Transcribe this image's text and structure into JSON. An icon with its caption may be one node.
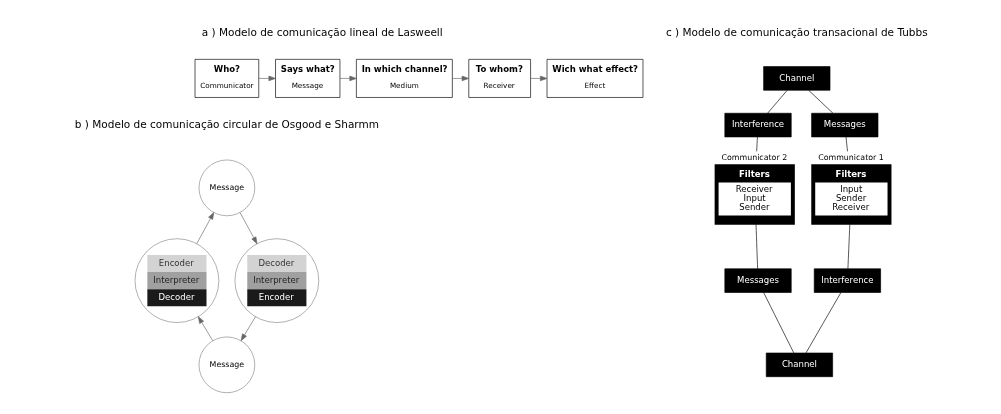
{
  "diagram": {
    "nodes": [
      {
        "text": [
          "Who?",
          "Communicator"
        ]
      },
      {
        "text": [
          "Says what?",
          "Message"
        ]
      },
      {
        "text": [
          "In which channel?",
          "Medium"
        ]
      },
      {
        "text": [
          "To whom?",
          "Receiver"
        ]
      },
      {
        "text": [
          "Wich what effect?",
          "Effect"
        ]
      },
      {
        "text": [
          "Encoder",
          "Interpreter",
          "Decoder"
        ]
      },
      {
        "text": [
          "Message"
        ]
      },
      {
        "text": [
          "Decoder",
          "Interpreter",
          "Encoder"
        ]
      },
      {
        "text": [
          "Message"
        ]
      },
      {
        "text": [
          "Channel"
        ]
      },
      {
        "text": [
          "Messages"
        ]
      },
      {
        "text": [
          "Interference"
        ]
      },
      {
        "text": [
          "Communicator 1",
          "Filters",
          "Input",
          "Sender",
          "Receiver"
        ]
      },
      {
        "text": [
          "Communicator 2",
          "Filters",
          "Receiver",
          "Input",
          "Sender"
        ]
      },
      {
        "text": [
          "Interference"
        ]
      },
      {
        "text": [
          "Messages"
        ]
      },
      {
        "text": [
          "Channel"
        ]
      }
    ],
    "edges": [
      {
        "from": 0,
        "to": 1,
        "arrow": "to"
      },
      {
        "from": 1,
        "to": 2,
        "arrow": "to"
      },
      {
        "from": 2,
        "to": 3,
        "arrow": "to"
      },
      {
        "from": 3,
        "to": 4,
        "arrow": "to"
      },
      {
        "from": 5,
        "to": 6,
        "arrow": "to"
      },
      {
        "from": 6,
        "to": 7,
        "arrow": "to"
      },
      {
        "from": 7,
        "to": 8,
        "arrow": "to"
      },
      {
        "from": 8,
        "to": 5,
        "arrow": "to"
      },
      {
        "from": 9,
        "to": 11,
        "arrow": "none",
        "color": "#000000"
      },
      {
        "from": 11,
        "to": 13,
        "arrow": "none",
        "color": "#000000"
      },
      {
        "from": 13,
        "to": 15,
        "arrow": "none",
        "color": "#000000"
      },
      {
        "from": 15,
        "to": 16,
        "arrow": "none",
        "color": "#000000"
      },
      {
        "from": 16,
        "to": 14,
        "arrow": "none",
        "color": "#000000"
      },
      {
        "from": 14,
        "to": 12,
        "arrow": "none",
        "color": "#000000"
      },
      {
        "from": 12,
        "to": 10,
        "arrow": "none",
        "color": "#000000"
      },
      {
        "from": 10,
        "to": 9,
        "arrow": "none",
        "color": "#000000"
      }
    ],
    "labels": [
      "a ) Modelo de comunicação lineal de Lasweell",
      "c ) Modelo de comunicação transacional de Tubbs",
      "b ) Modelo de comunicação circular de Osgood e Sharmm"
    ]
  }
}
